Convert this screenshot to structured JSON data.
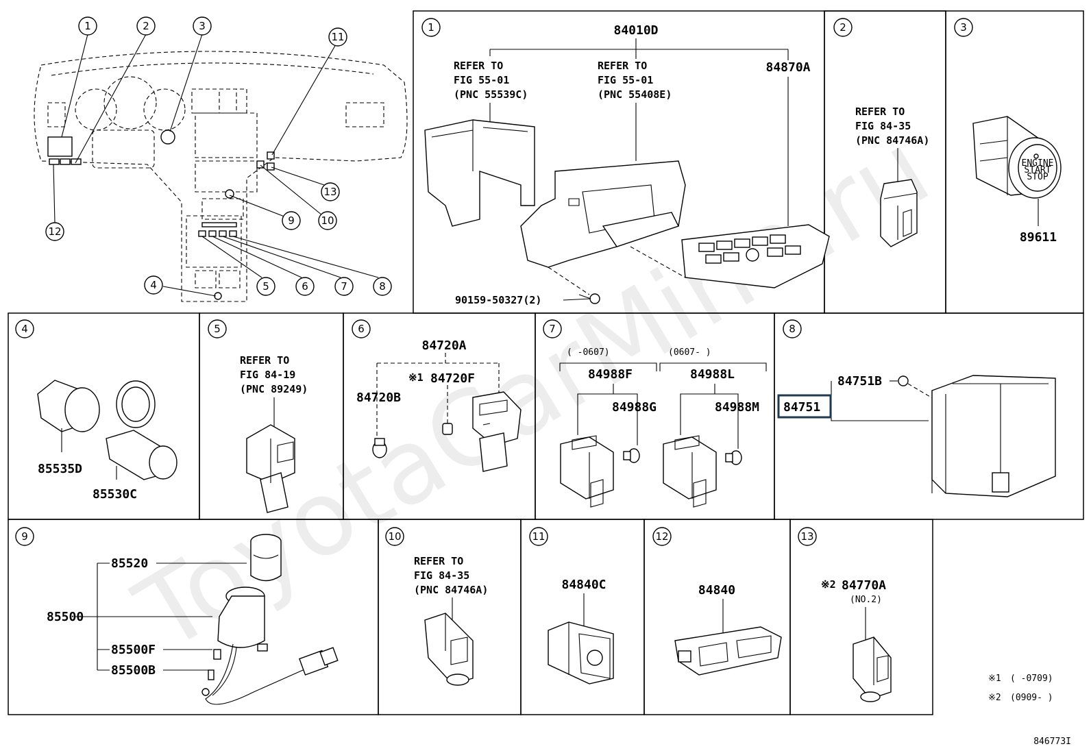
{
  "watermark": "ToyotaCarMine.ru",
  "diagram_id": "846773I",
  "notes": [
    {
      "mark": "※1",
      "range": "(      -0709)"
    },
    {
      "mark": "※2",
      "range": "(0909-      )"
    }
  ],
  "overview_callouts": [
    "1",
    "2",
    "3",
    "4",
    "5",
    "6",
    "7",
    "8",
    "9",
    "10",
    "11",
    "12",
    "13"
  ],
  "panels": {
    "p1": {
      "num": "1",
      "assy": "84010D",
      "part_a": "84870A",
      "refer_a": [
        "REFER TO",
        "FIG 55-01",
        "(PNC 55539C)"
      ],
      "refer_b": [
        "REFER TO",
        "FIG 55-01",
        "(PNC 55408E)"
      ],
      "screw": "90159-50327(2)"
    },
    "p2": {
      "num": "2",
      "refer": [
        "REFER TO",
        "FIG 84-35",
        "(PNC 84746A)"
      ]
    },
    "p3": {
      "num": "3",
      "part": "89611",
      "button_text": [
        "ENGINE",
        "START",
        "STOP"
      ]
    },
    "p4": {
      "num": "4",
      "part_a": "85535D",
      "part_b": "85530C"
    },
    "p5": {
      "num": "5",
      "refer": [
        "REFER TO",
        "FIG 84-19",
        "(PNC 89249)"
      ]
    },
    "p6": {
      "num": "6",
      "assy": "84720A",
      "part_b": "84720B",
      "part_f": "84720F",
      "note_mark": "※1"
    },
    "p7": {
      "num": "7",
      "range_a": "(     -0607)",
      "range_b": "(0607-     )",
      "part_f": "84988F",
      "part_g": "84988G",
      "part_l": "84988L",
      "part_m": "84988M"
    },
    "p8": {
      "num": "8",
      "part_b": "84751B",
      "part_main": "84751"
    },
    "p9": {
      "num": "9",
      "part_a": "85520",
      "part_assy": "85500",
      "part_f": "85500F",
      "part_b": "85500B"
    },
    "p10": {
      "num": "10",
      "refer": [
        "REFER TO",
        "FIG 84-35",
        "(PNC 84746A)"
      ]
    },
    "p11": {
      "num": "11",
      "part": "84840C"
    },
    "p12": {
      "num": "12",
      "part": "84840"
    },
    "p13": {
      "num": "13",
      "part": "84770A",
      "note_mark": "※2",
      "sub": "(NO.2)"
    }
  },
  "colors": {
    "line": "#000000",
    "highlight_box": "#1f3a4d",
    "watermark": "#d9d9d9"
  }
}
